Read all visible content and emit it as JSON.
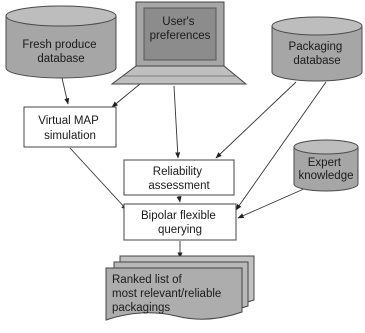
{
  "nodes": {
    "fresh_produce_db": {
      "lines": [
        "Fresh produce",
        "database"
      ]
    },
    "users_preferences": {
      "lines": [
        "User's",
        "preferences"
      ]
    },
    "packaging_db": {
      "lines": [
        "Packaging",
        "database"
      ]
    },
    "virtual_map_simulation": {
      "lines": [
        "Virtual MAP",
        "simulation"
      ]
    },
    "reliability_assessment": {
      "lines": [
        "Reliability",
        "assessment"
      ]
    },
    "expert_knowledge": {
      "lines": [
        "Expert",
        "knowledge"
      ]
    },
    "bipolar_flexible_querying": {
      "lines": [
        "Bipolar flexible",
        "querying"
      ]
    },
    "ranked_list": {
      "lines": [
        "Ranked list of",
        "most relevant/reliable",
        "packagings"
      ]
    }
  },
  "colors": {
    "database_fill": "#a6a6a6",
    "laptop_fill": "#a6a6a6",
    "document_fill": "#b3b3b3",
    "stroke": "#444444"
  }
}
